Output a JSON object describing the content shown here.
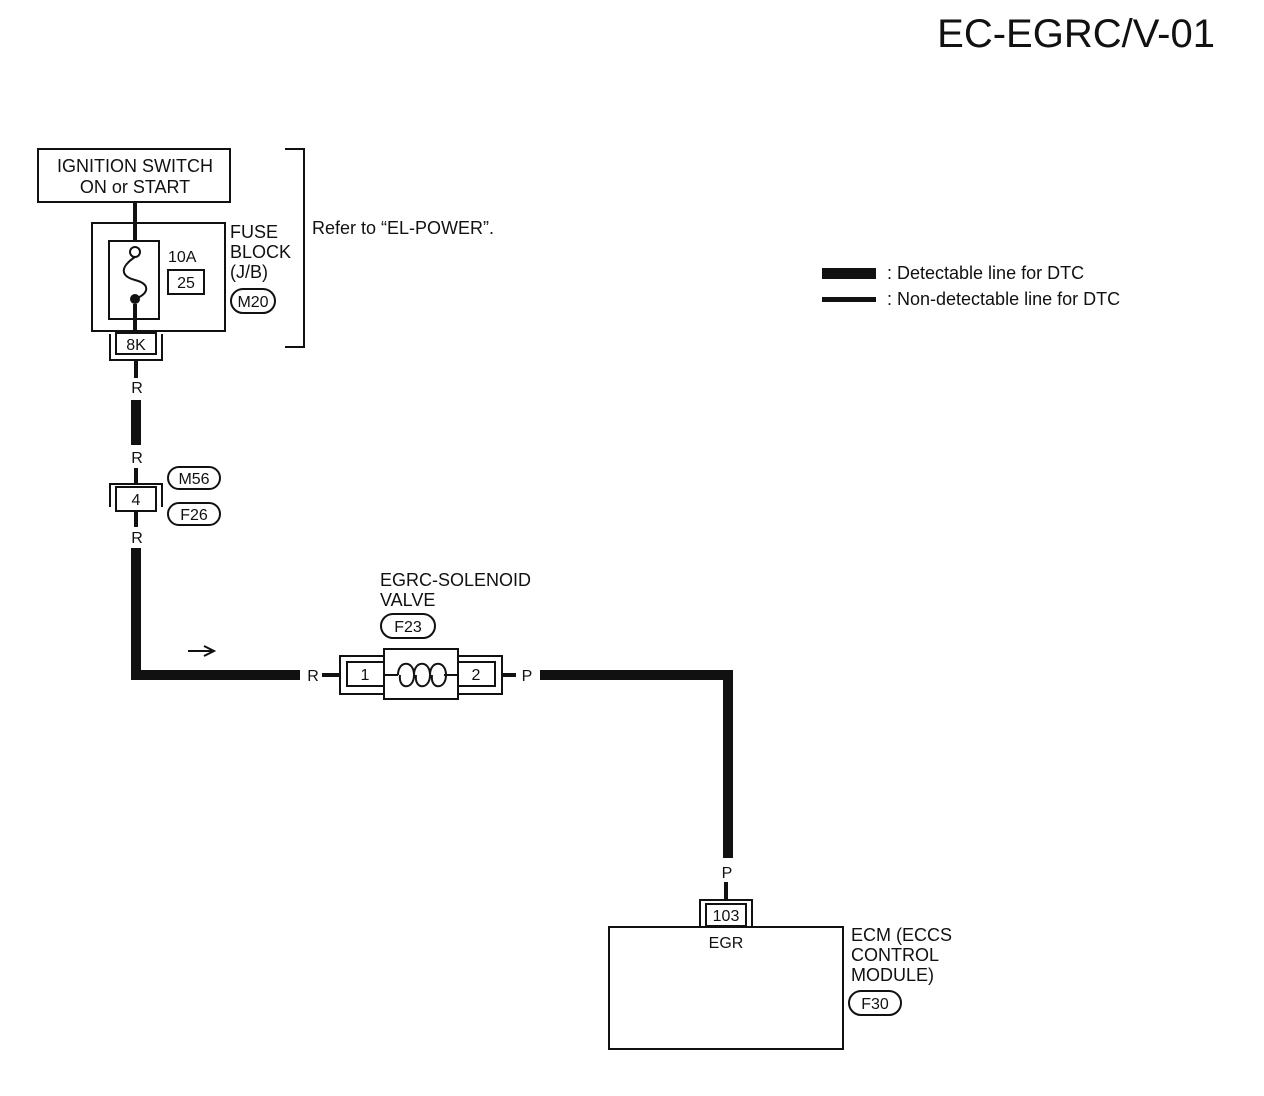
{
  "page_title": "EC-EGRC/V-01",
  "ignition_switch": {
    "line1": "IGNITION SWITCH",
    "line2": "ON or START"
  },
  "fuse_block": {
    "rating": "10A",
    "fuse_number": "25",
    "label_line1": "FUSE",
    "label_line2": "BLOCK",
    "label_line3": "(J/B)",
    "connector": "M20",
    "terminal": "8K"
  },
  "refer_note": "Refer to “EL-POWER”.",
  "legend": {
    "detectable": ": Detectable line for DTC",
    "non_detectable": ": Non-detectable line for DTC"
  },
  "wires": {
    "r_top": "R",
    "r_above_joint": "R",
    "r_below_joint": "R",
    "r_to_solenoid": "R",
    "p_from_solenoid": "P",
    "p_to_ecm": "P"
  },
  "joint_connector": {
    "terminal": "4",
    "connector_a": "M56",
    "connector_b": "F26"
  },
  "solenoid": {
    "label_line1": "EGRC-SOLENOID",
    "label_line2": "VALVE",
    "connector": "F23",
    "terminal_1": "1",
    "terminal_2": "2"
  },
  "ecm": {
    "terminal": "103",
    "terminal_name": "EGR",
    "label_line1": "ECM (ECCS",
    "label_line2": "CONTROL",
    "label_line3": "MODULE)",
    "connector": "F30"
  },
  "colors": {
    "line": "#111111",
    "background": "#ffffff"
  }
}
